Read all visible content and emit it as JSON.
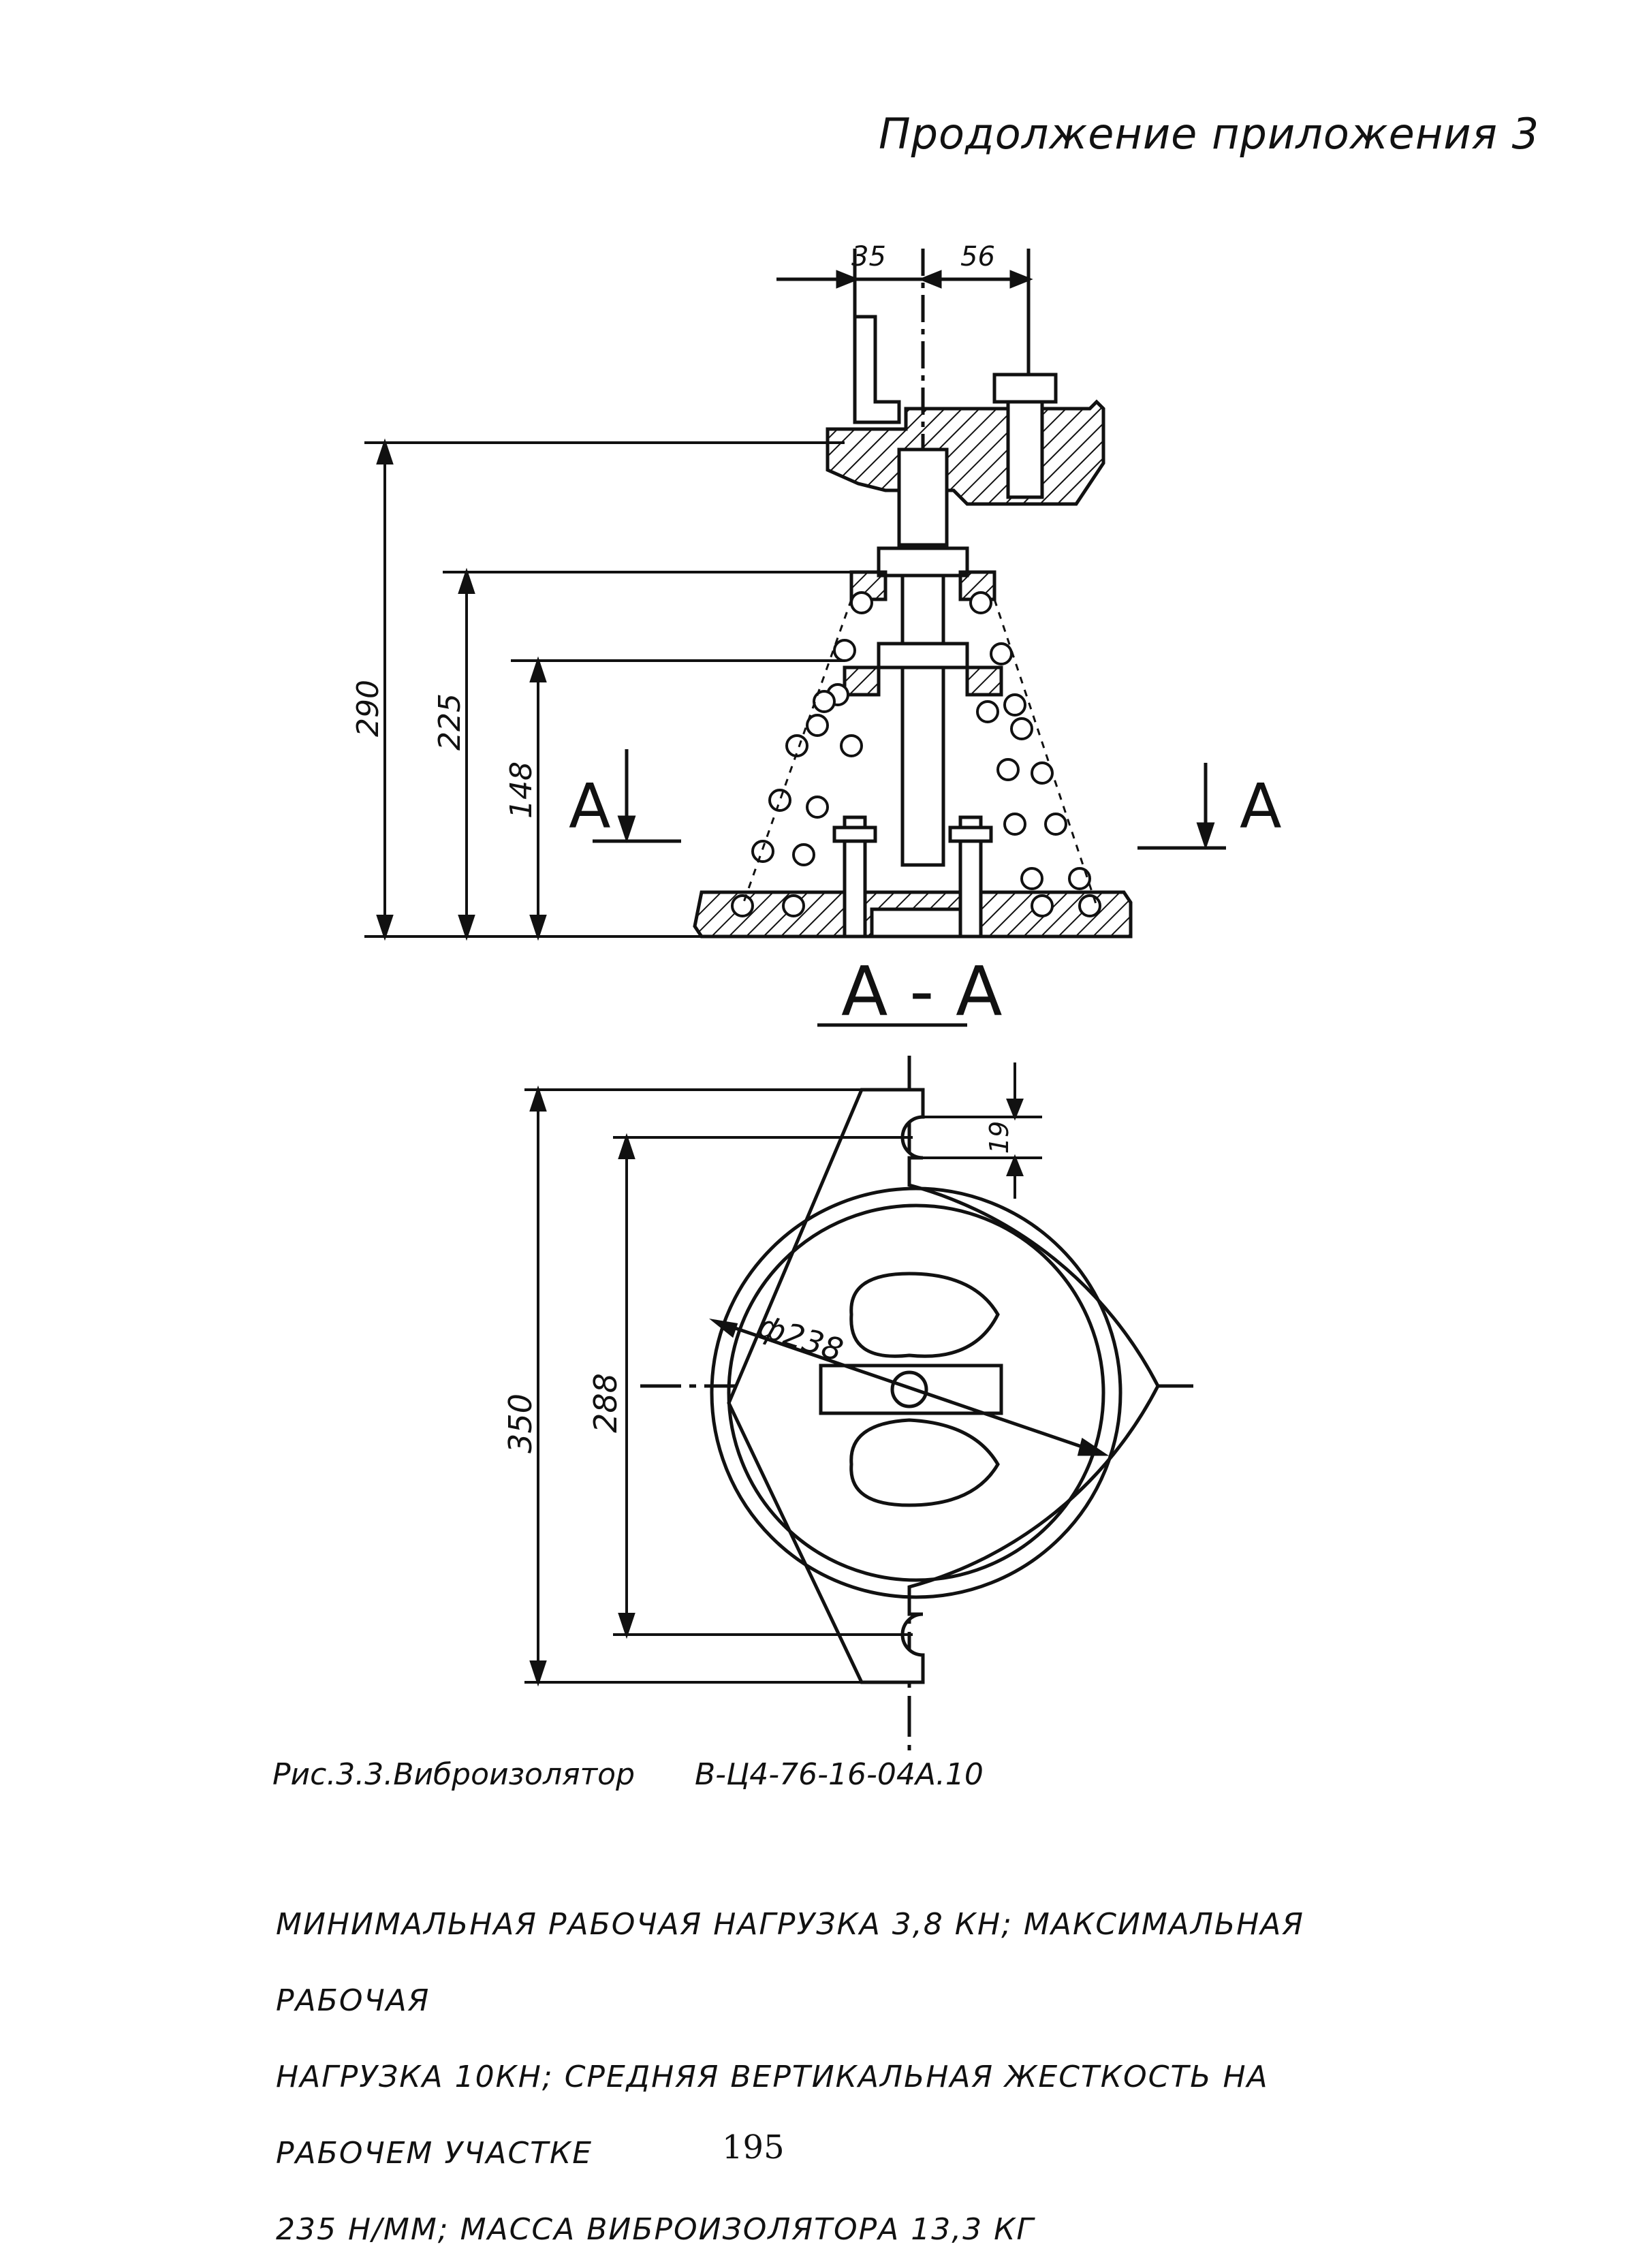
{
  "header": {
    "text": "Продолжение приложения 3"
  },
  "drawing": {
    "side_view": {
      "dims": {
        "left_offset": "35",
        "right_offset": "56",
        "total_height": "290",
        "mid_height": "225",
        "low_height": "148"
      },
      "section_marks": {
        "left": "A",
        "right": "A"
      }
    },
    "section": {
      "title": "A - A",
      "dims": {
        "outer_length": "350",
        "slot_pitch": "288",
        "slot_width": "19",
        "diameter": "ф238"
      }
    }
  },
  "caption": {
    "figure": "Рис.3.3.Виброизолятор",
    "code": "В-Ц4-76-16-04А.10"
  },
  "specs": {
    "line1": "Минимальная   рабочая нагрузка 3,8 кН; максимальная рабочая",
    "line2": "нагрузка 10кН; средняя вертикальная жесткость на рабочем участке",
    "line3": "235 Н/мм;   масса виброизолятора   13,3 кг"
  },
  "page_number": "195",
  "colors": {
    "ink": "#111111",
    "paper": "#ffffff"
  }
}
